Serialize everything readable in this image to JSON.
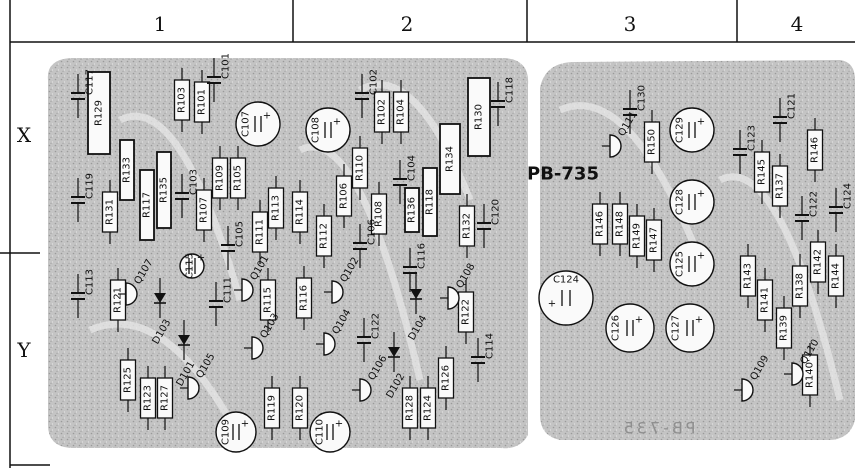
{
  "grid": {
    "columns": [
      "1",
      "2",
      "3",
      "4"
    ],
    "rows": [
      "X",
      "Y"
    ]
  },
  "board_label": "PB-735",
  "silkscreen_text": "PB-735",
  "components": {
    "resistors": [
      "R129",
      "R103",
      "R101",
      "R133",
      "R131",
      "R117",
      "R135",
      "R107",
      "R109",
      "R105",
      "R111",
      "R113",
      "R102",
      "R104",
      "R114",
      "R112",
      "R106",
      "R110",
      "R108",
      "R136",
      "R118",
      "R134",
      "R130",
      "R132",
      "R150",
      "R146",
      "R148",
      "R149",
      "R147",
      "R145",
      "R137",
      "R121",
      "R115",
      "R116",
      "R122",
      "R125",
      "R123",
      "R127",
      "R119",
      "R120",
      "R128",
      "R124",
      "R126",
      "R143",
      "R141",
      "R138",
      "R142",
      "R144",
      "R139",
      "R140"
    ],
    "capacitors": [
      "C117",
      "C119",
      "C113",
      "C101",
      "C103",
      "C105",
      "C111",
      "C115",
      "C102",
      "C104",
      "C106",
      "C116",
      "C118",
      "C120",
      "C122",
      "C114",
      "C130",
      "C123",
      "C121",
      "C124",
      "C107",
      "C108",
      "C129",
      "C128",
      "C125",
      "C126",
      "C127",
      "C109",
      "C110"
    ],
    "transistors": [
      "Q107",
      "Q105",
      "Q101",
      "Q103",
      "Q102",
      "Q104",
      "Q106",
      "Q108",
      "Q111",
      "Q109",
      "Q110"
    ],
    "diodes": [
      "D103",
      "D101",
      "D104",
      "D102"
    ]
  }
}
